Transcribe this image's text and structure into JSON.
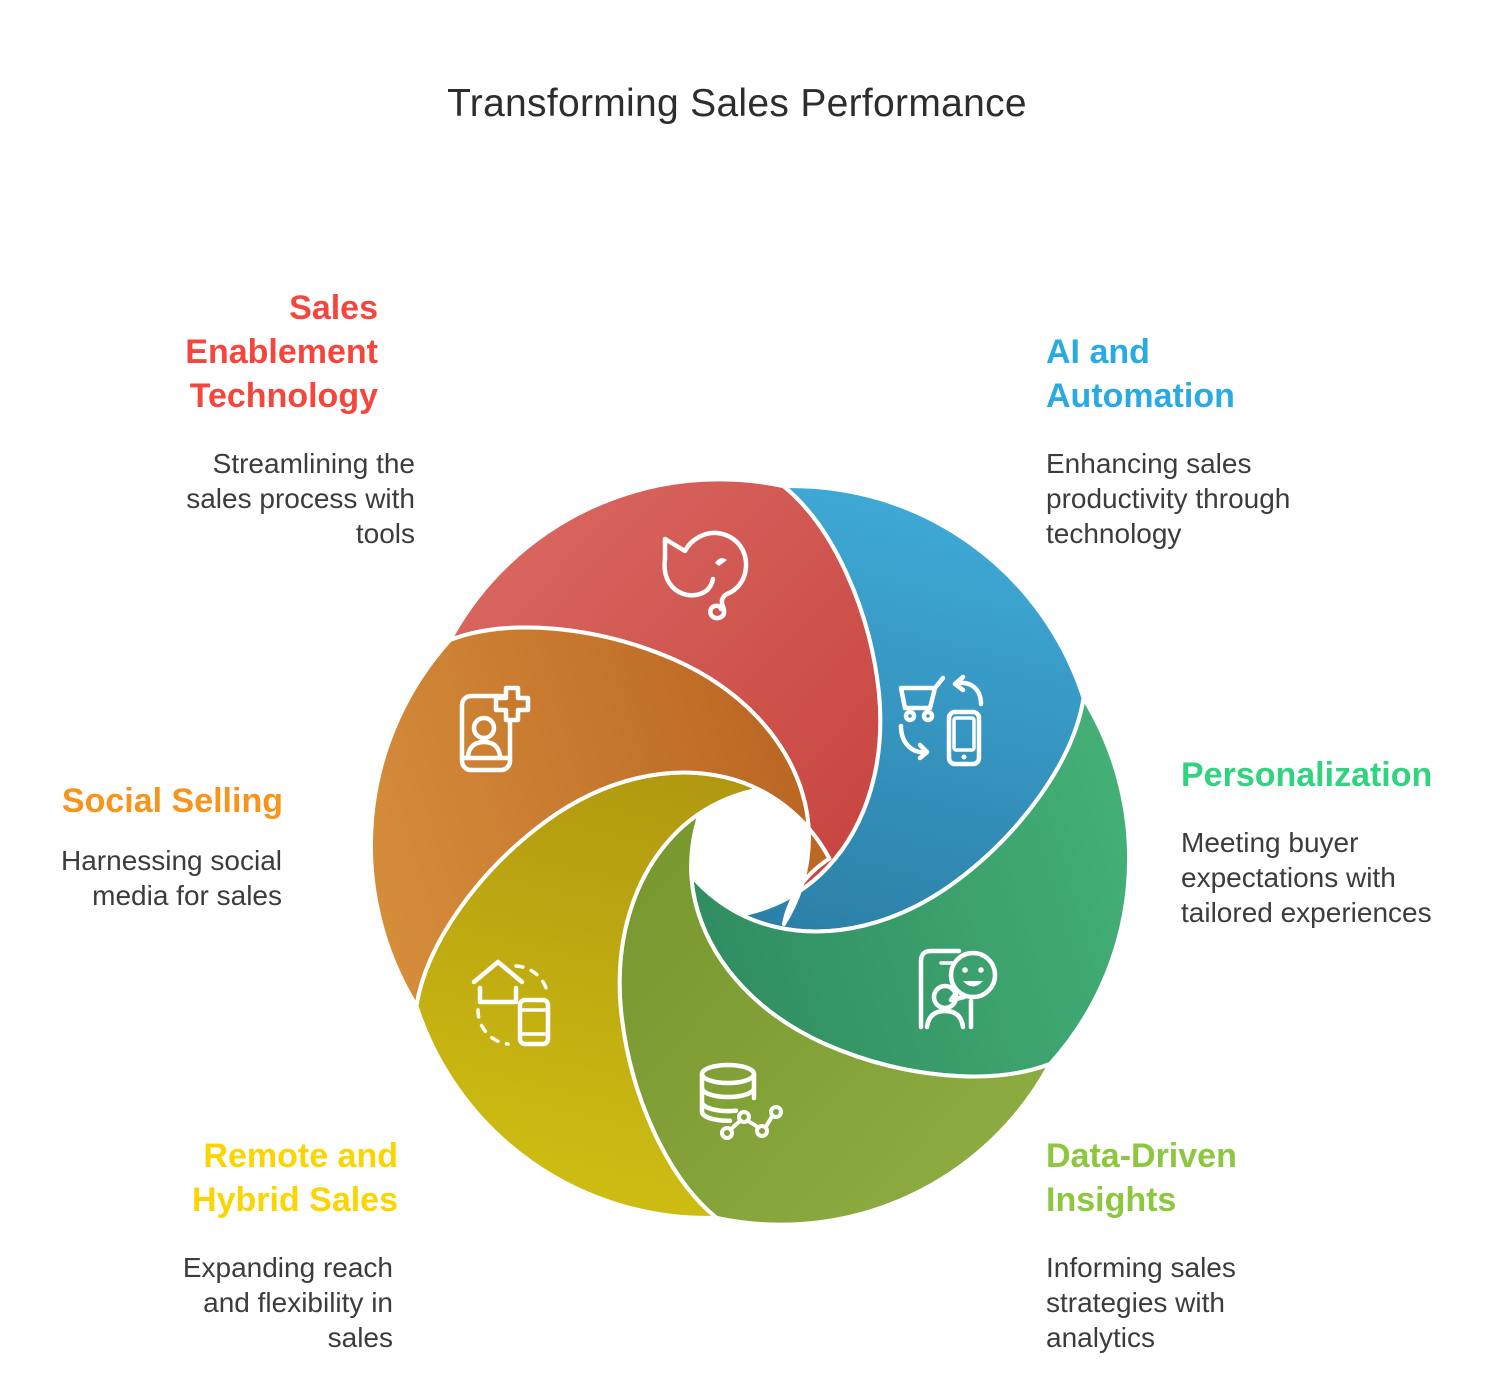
{
  "title": "Transforming Sales Performance",
  "segments": [
    {
      "name": "sales-enablement-technology",
      "heading": "Sales Enablement Technology",
      "description": "Streamlining the sales process with tools",
      "accent": "#f5463d",
      "icon": "evernote-elephant-icon"
    },
    {
      "name": "ai-and-automation",
      "heading": "AI and Automation",
      "description": "Enhancing sales productivity through technology",
      "accent": "#29abe2",
      "icon": "cart-phone-sync-icon"
    },
    {
      "name": "personalization",
      "heading": "Personalization",
      "description": "Meeting buyer expectations with tailored experiences",
      "accent": "#30d47f",
      "icon": "customer-chat-icon"
    },
    {
      "name": "data-driven-insights",
      "heading": "Data-Driven Insights",
      "description": "Informing sales strategies with analytics",
      "accent": "#8dc63f",
      "icon": "database-analytics-icon"
    },
    {
      "name": "remote-and-hybrid-sales",
      "heading": "Remote and Hybrid Sales",
      "description": "Expanding reach and flexibility in sales",
      "accent": "#fbd501",
      "icon": "home-mobile-icon"
    },
    {
      "name": "social-selling",
      "heading": "Social Selling",
      "description": "Harnessing social media for sales",
      "accent": "#f7941d",
      "icon": "add-contact-icon"
    }
  ],
  "wheel": {
    "blades": [
      {
        "label": "sales-enablement-technology",
        "light": "#d8655e",
        "dark": "#c7433f"
      },
      {
        "label": "ai-and-automation",
        "light": "#3fa9d6",
        "dark": "#2a7ca4"
      },
      {
        "label": "personalization",
        "light": "#44b077",
        "dark": "#2e8a5e"
      },
      {
        "label": "data-driven-insights",
        "light": "#8cac41",
        "dark": "#76962e"
      },
      {
        "label": "remote-and-hybrid-sales",
        "light": "#cebe12",
        "dark": "#ae9410"
      },
      {
        "label": "social-selling",
        "light": "#d68e3b",
        "dark": "#b96322"
      }
    ],
    "divider_color": "#ffffff",
    "icon_color": "#ffffff"
  }
}
